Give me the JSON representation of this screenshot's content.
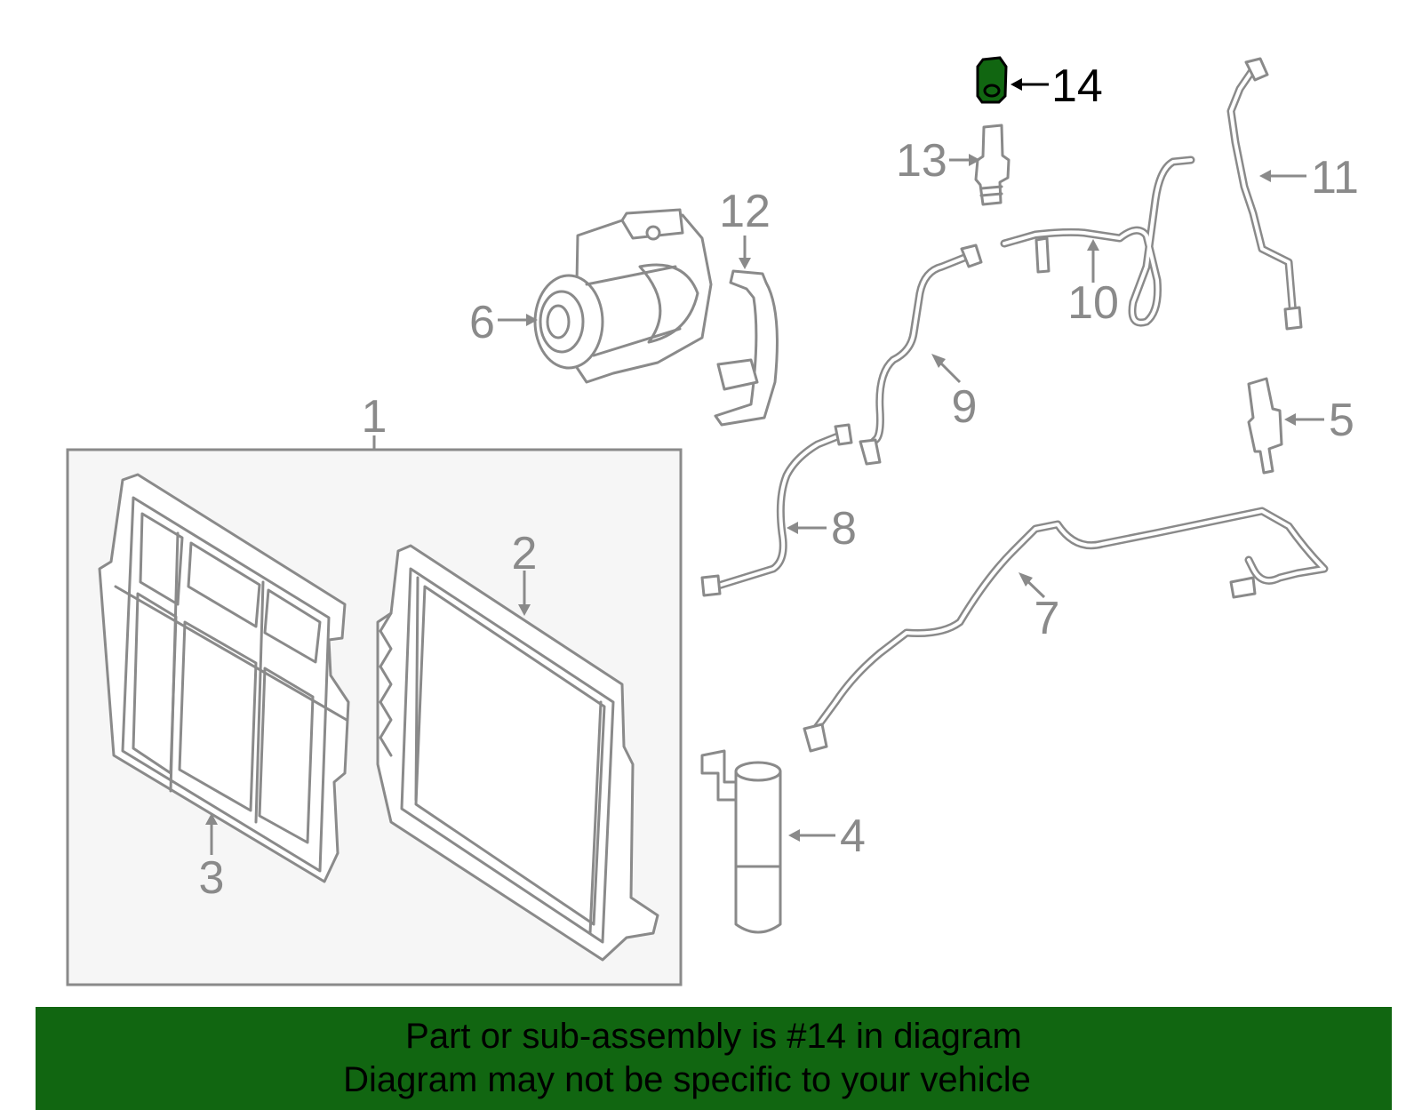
{
  "diagram": {
    "callouts": [
      "1",
      "2",
      "3",
      "4",
      "5",
      "6",
      "7",
      "8",
      "9",
      "10",
      "11",
      "12",
      "13",
      "14"
    ],
    "highlighted_callout": "14",
    "highlight_color": "#116611",
    "line_color": "#8a8a8a"
  },
  "banner": {
    "line1": "Part or sub-assembly is #14 in diagram",
    "line2": "Diagram may not be specific to your vehicle",
    "background": "#116611"
  }
}
